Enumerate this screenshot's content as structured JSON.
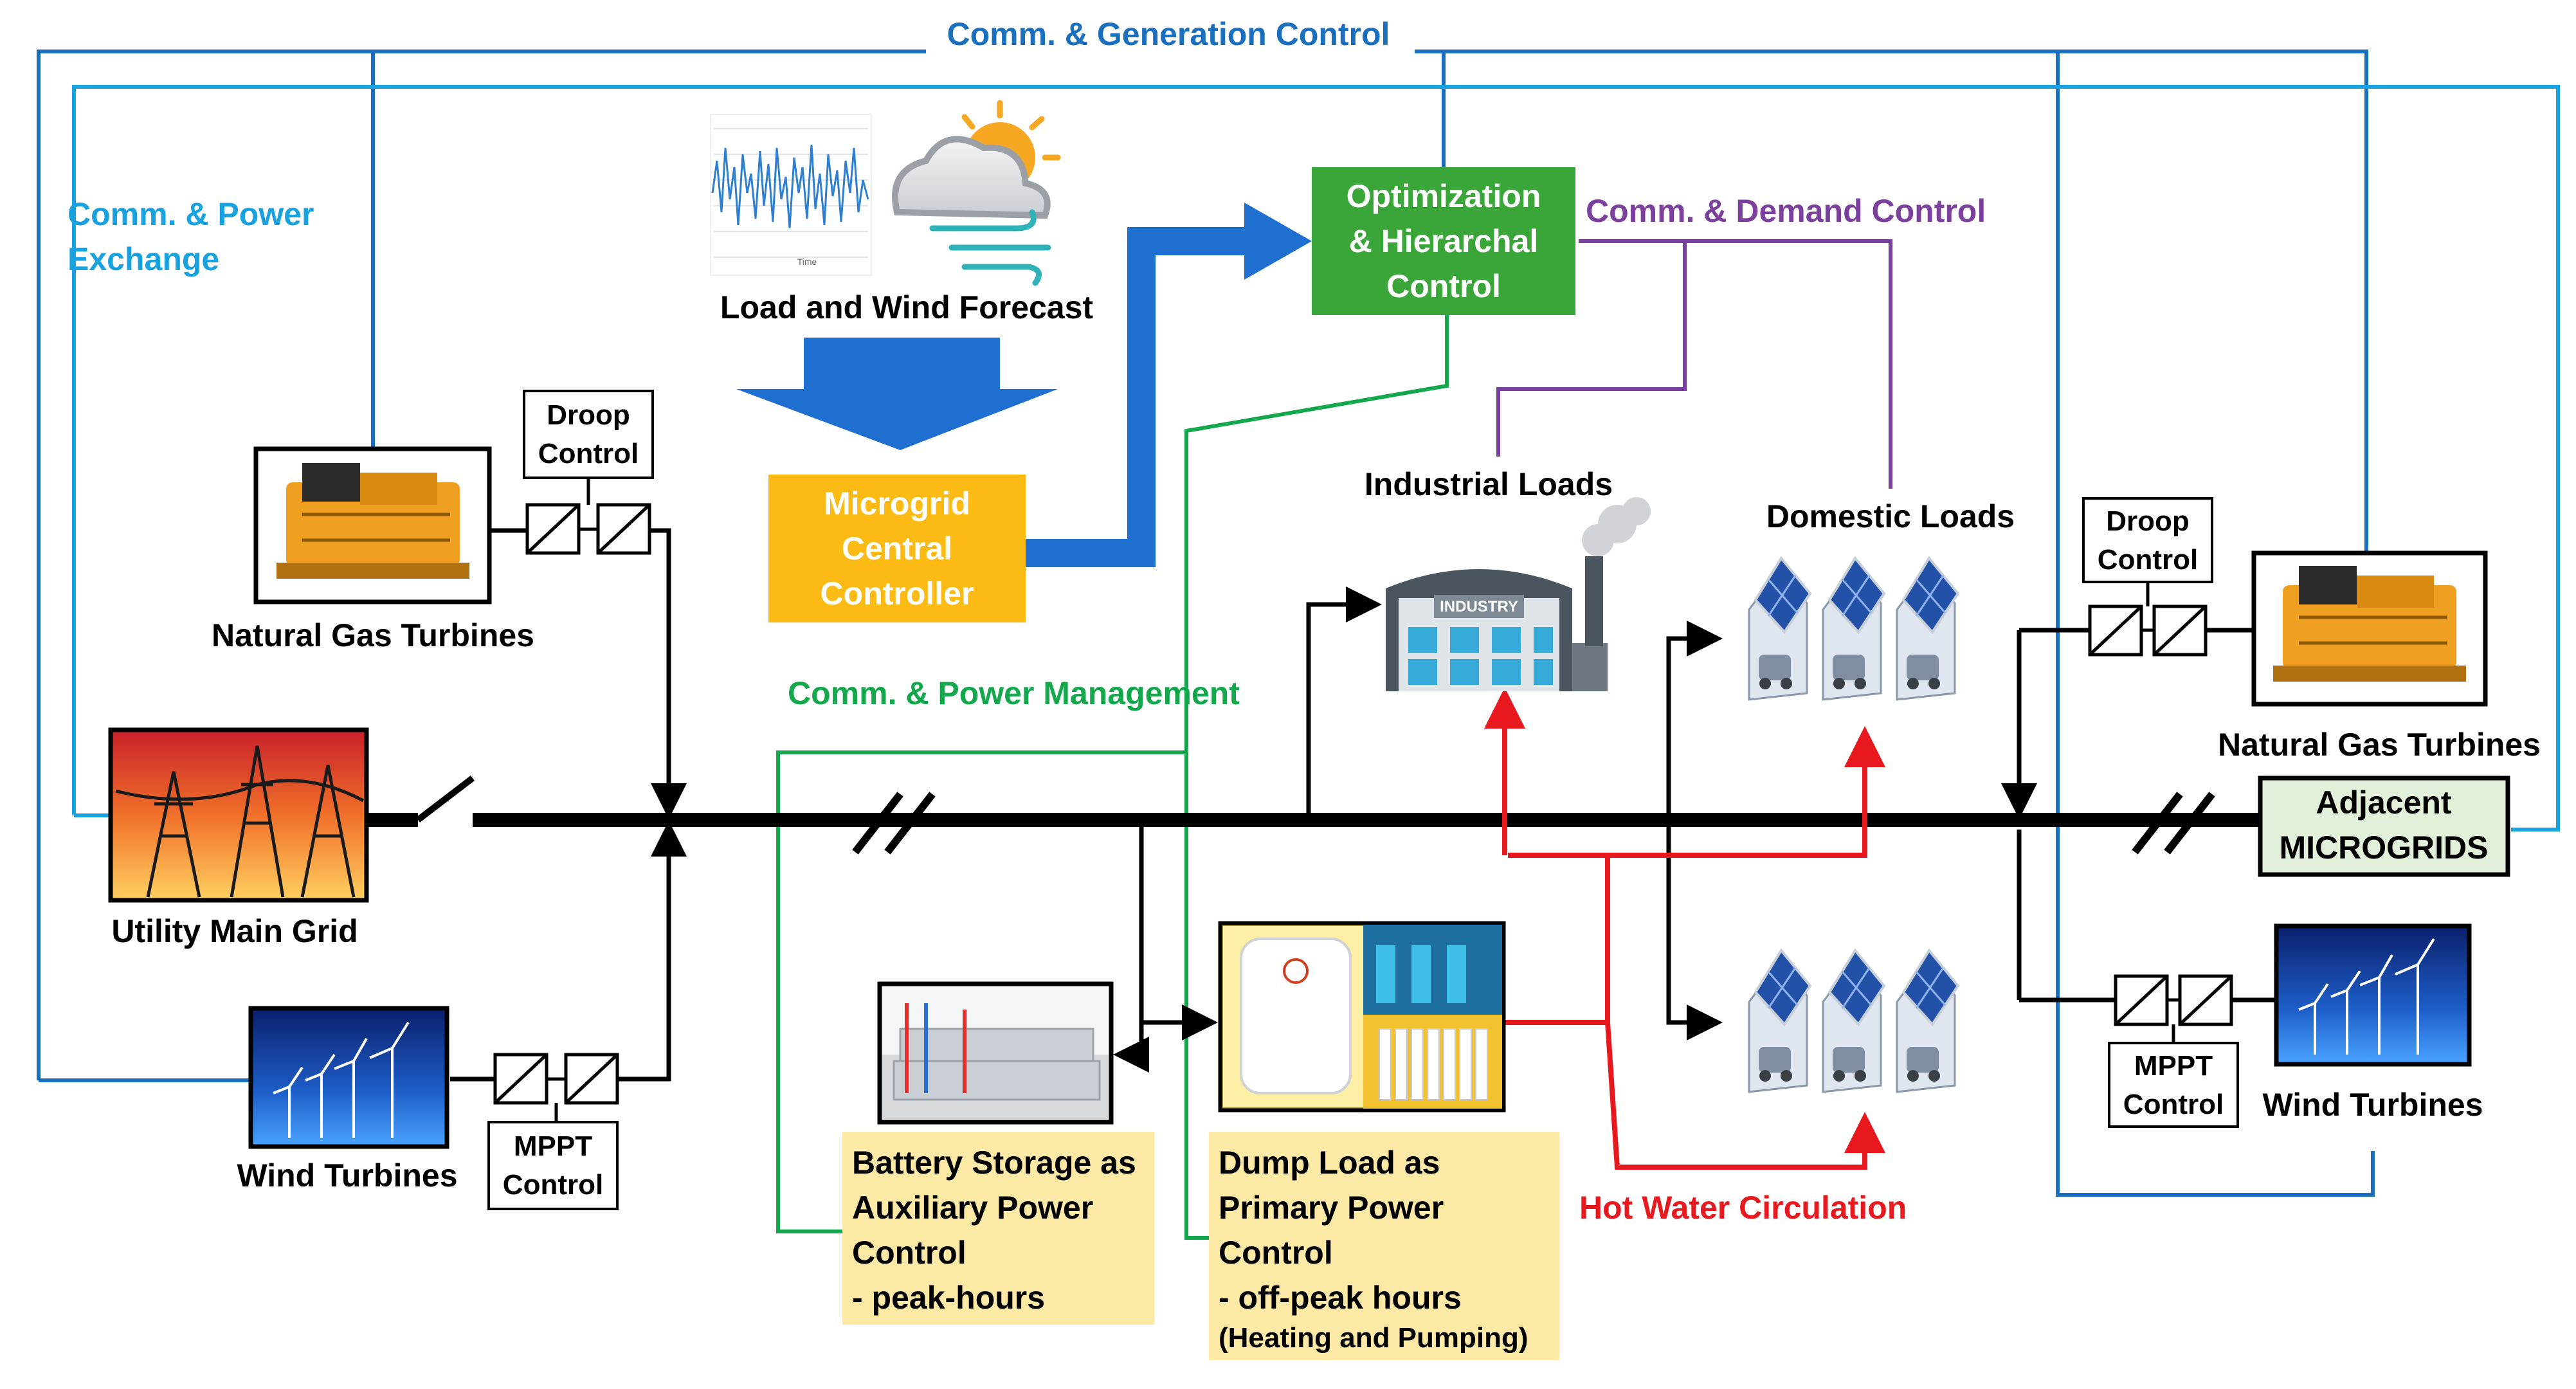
{
  "labels": {
    "comm_gen_control": "Comm. & Generation Control",
    "comm_power_exchange": [
      "Comm. & Power",
      "Exchange"
    ],
    "comm_demand_control": "Comm. & Demand Control",
    "comm_power_management": "Comm. & Power Management",
    "hot_water_circulation": "Hot Water Circulation",
    "load_wind_forecast": "Load and Wind Forecast",
    "optimization": [
      "Optimization",
      "& Hierarchal",
      "Control"
    ],
    "microgrid_controller": [
      "Microgrid",
      "Central",
      "Controller"
    ],
    "industrial_loads": "Industrial Loads",
    "domestic_loads": "Domestic Loads",
    "industry_sign": "INDUSTRY",
    "natural_gas_turbines": "Natural Gas Turbines",
    "wind_turbines": "Wind Turbines",
    "utility_main_grid": "Utility Main Grid",
    "droop_control": [
      "Droop",
      "Control"
    ],
    "mppt_control": [
      "MPPT",
      "Control"
    ],
    "adjacent_microgrids": [
      "Adjacent",
      "MICROGRIDS"
    ],
    "battery_storage": [
      "Battery Storage as",
      "Auxiliary Power",
      "Control",
      "- peak-hours"
    ],
    "dump_load": [
      "Dump Load as",
      "Primary Power",
      "Control",
      "- off-peak hours",
      "(Heating and Pumping)"
    ],
    "forecast_axis_label": "Time"
  },
  "colors": {
    "dark_blue": "#1a6fbf",
    "light_blue": "#18a2e0",
    "green": "#12a84b",
    "purple": "#7b3f9e",
    "red": "#e8191e",
    "black": "#000000",
    "optimization_fill": "#3aa63a",
    "controller_fill": "#fbbb14",
    "note_fill": "#fde9a6",
    "adjacent_fill": "#e2efd9",
    "big_arrow": "#1f6fd0"
  },
  "icons": [
    "load-forecast-chart-icon",
    "weather-forecast-icon",
    "gas-turbine-icon",
    "wind-farm-icon",
    "power-grid-icon",
    "industry-building-icon",
    "house-icon",
    "battery-bank-icon",
    "water-heater-icon",
    "converter-icon",
    "breaker-switch-icon"
  ]
}
